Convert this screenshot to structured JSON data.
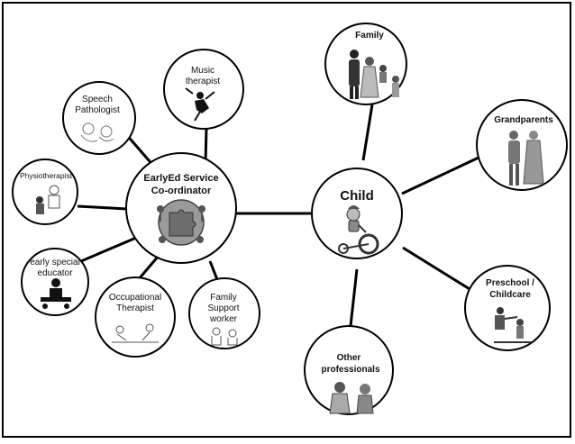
{
  "diagram": {
    "child": {
      "label": "Child"
    },
    "coordinator": {
      "line1": "EarlyEd Service",
      "line2": "Co-ordinator"
    },
    "child_links": {
      "family": {
        "label": "Family"
      },
      "grandparents": {
        "label": "Grandparents"
      },
      "preschool": {
        "line1": "Preschool /",
        "line2": "Childcare"
      },
      "other_professionals": {
        "line1": "Other",
        "line2": "professionals"
      }
    },
    "coordinator_links": {
      "music": {
        "line1": "Music",
        "line2": "therapist"
      },
      "speech": {
        "line1": "Speech",
        "line2": "Pathologist"
      },
      "physio": {
        "label": "Physiotherapist"
      },
      "educator": {
        "line1": "early special",
        "line2": "educator"
      },
      "occupational": {
        "line1": "Occupational",
        "line2": "Therapist"
      },
      "family_support": {
        "line1": "Family",
        "line2": "Support",
        "line3": "worker"
      }
    }
  }
}
